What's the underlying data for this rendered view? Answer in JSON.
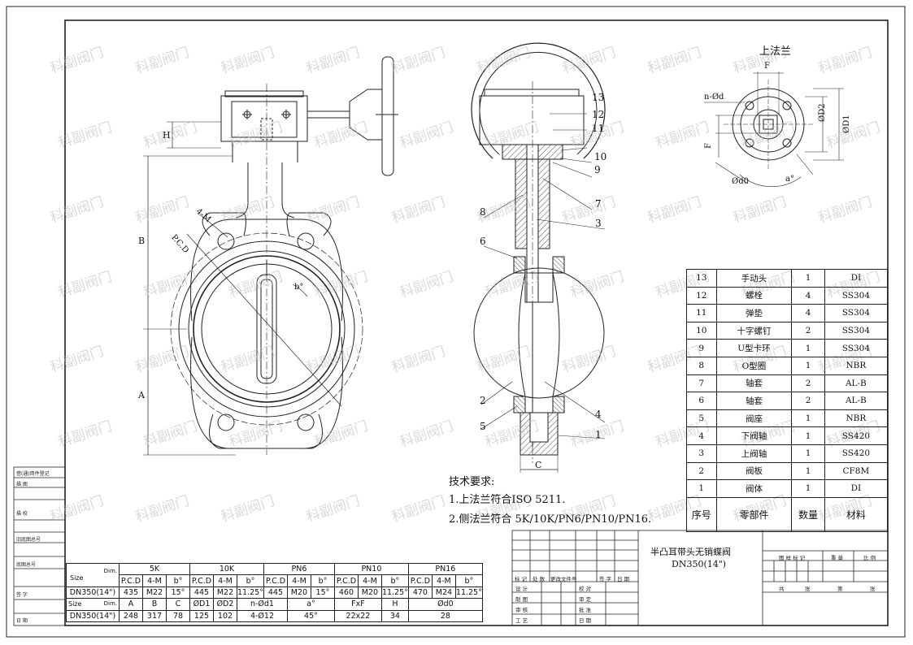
{
  "drawing": {
    "top_flange_title": "上法兰",
    "tech_title": "技术要求:",
    "tech_items": [
      "1.上法兰符合ISO 5211.",
      "2.侧法兰符合 5K/10K/PN6/PN10/PN16."
    ],
    "labels": {
      "A": "A",
      "B": "B",
      "C": "C",
      "H": "H",
      "F": "F",
      "nod": "n-Ød",
      "D2": "ØD2",
      "D1": "ØD1",
      "d0": "Ød0",
      "a": "a°",
      "bolt": "4-M",
      "pcd": "P.C.D",
      "b": "b°"
    },
    "balloons": [
      "13",
      "12",
      "11",
      "10",
      "9",
      "7",
      "3",
      "8",
      "6",
      "2",
      "5",
      "4",
      "1"
    ]
  },
  "parts": {
    "rows": [
      [
        "13",
        "手动头",
        "1",
        "DI"
      ],
      [
        "12",
        "螺栓",
        "4",
        "SS304"
      ],
      [
        "11",
        "弹垫",
        "4",
        "SS304"
      ],
      [
        "10",
        "十字螺钉",
        "2",
        "SS304"
      ],
      [
        "9",
        "U型卡环",
        "1",
        "SS304"
      ],
      [
        "8",
        "O型圈",
        "1",
        "NBR"
      ],
      [
        "7",
        "轴套",
        "2",
        "AL-B"
      ],
      [
        "6",
        "轴套",
        "2",
        "AL-B"
      ],
      [
        "5",
        "阀座",
        "1",
        "NBR"
      ],
      [
        "4",
        "下阀轴",
        "1",
        "SS420"
      ],
      [
        "3",
        "上阀轴",
        "1",
        "SS420"
      ],
      [
        "2",
        "阀板",
        "1",
        "CF8M"
      ],
      [
        "1",
        "阀体",
        "1",
        "DI"
      ]
    ],
    "header": [
      "序号",
      "零部件",
      "数量",
      "材料"
    ]
  },
  "dims": {
    "size": "Size",
    "dim": "Dim.",
    "groups": [
      "5K",
      "10K",
      "PN6",
      "PN10",
      "PN16"
    ],
    "sub": [
      "P.C.D",
      "4-M",
      "b°"
    ],
    "row1": [
      "DN350(14\")",
      "435",
      "M22",
      "15°",
      "445",
      "M22",
      "11.25°",
      "445",
      "M20",
      "15°",
      "460",
      "M20",
      "11.25°",
      "470",
      "M24",
      "11.25°"
    ],
    "head2": [
      "A",
      "B",
      "C",
      "ØD1",
      "ØD2",
      "n-Ød1",
      "a°",
      "FxF",
      "H",
      "Ød0"
    ],
    "row2": [
      "DN350(14\")",
      "248",
      "317",
      "78",
      "125",
      "102",
      "4-Ø12",
      "45°",
      "22x22",
      "34",
      "28"
    ]
  },
  "titleblock": {
    "name": "半凸耳带头无销蝶阀",
    "model": "DN350(14\")",
    "c1": [
      "标 记",
      "处 数",
      "更改文件号",
      "签 字",
      "日 期"
    ],
    "c2": [
      "设 计",
      "制 图",
      "审 核",
      "工 艺"
    ],
    "c3": [
      "校 对",
      "审 定",
      "批 准",
      "日 期"
    ],
    "c4": [
      "图 样 标 记",
      "重 量",
      "比 例"
    ],
    "c5": [
      "共",
      "张",
      "第",
      "张"
    ]
  },
  "leftstrip": [
    "借(通)用件登记",
    "描 图",
    "描 校",
    "旧底图总号",
    "底图总号",
    "签 字",
    "日 期"
  ],
  "watermark": "科副阀门"
}
